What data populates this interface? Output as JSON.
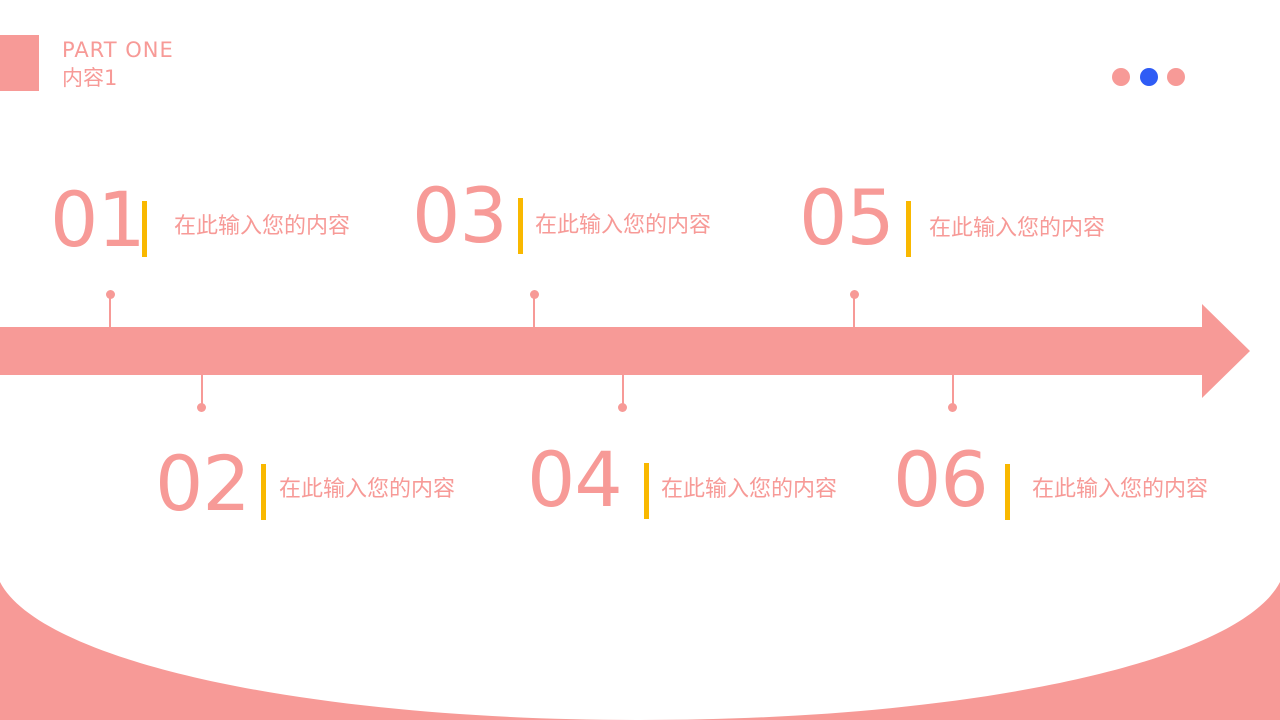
{
  "header": {
    "title": "PART ONE",
    "subtitle": "内容1"
  },
  "nav_dots": [
    {
      "color": "#f79a97"
    },
    {
      "color": "#2f5cf5"
    },
    {
      "color": "#f79a97"
    }
  ],
  "colors": {
    "accent": "#f79a97",
    "highlight": "#f9b800",
    "active_dot": "#2f5cf5",
    "background": "#ffffff"
  },
  "timeline": {
    "items": [
      {
        "number": "01",
        "text": "在此输入您的内容"
      },
      {
        "number": "02",
        "text": "在此输入您的内容"
      },
      {
        "number": "03",
        "text": "在此输入您的内容"
      },
      {
        "number": "04",
        "text": "在此输入您的内容"
      },
      {
        "number": "05",
        "text": "在此输入您的内容"
      },
      {
        "number": "06",
        "text": "在此输入您的内容"
      }
    ]
  }
}
